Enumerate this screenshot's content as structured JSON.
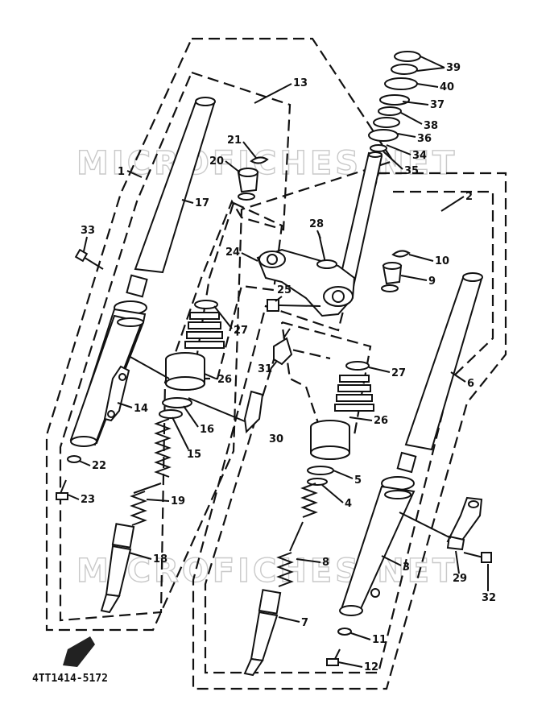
{
  "watermark": "MICROFICHES.NET",
  "diagram_code": "4TT1414-5172",
  "callouts": [
    "1",
    "2",
    "3",
    "4",
    "5",
    "6",
    "7",
    "8",
    "9",
    "10",
    "11",
    "12",
    "13",
    "14",
    "15",
    "16",
    "17",
    "18",
    "19",
    "20",
    "21",
    "22",
    "23",
    "24",
    "25",
    "26",
    "27",
    "28",
    "29",
    "30",
    "31",
    "32",
    "33",
    "34",
    "35",
    "36",
    "37",
    "38",
    "39",
    "40"
  ]
}
